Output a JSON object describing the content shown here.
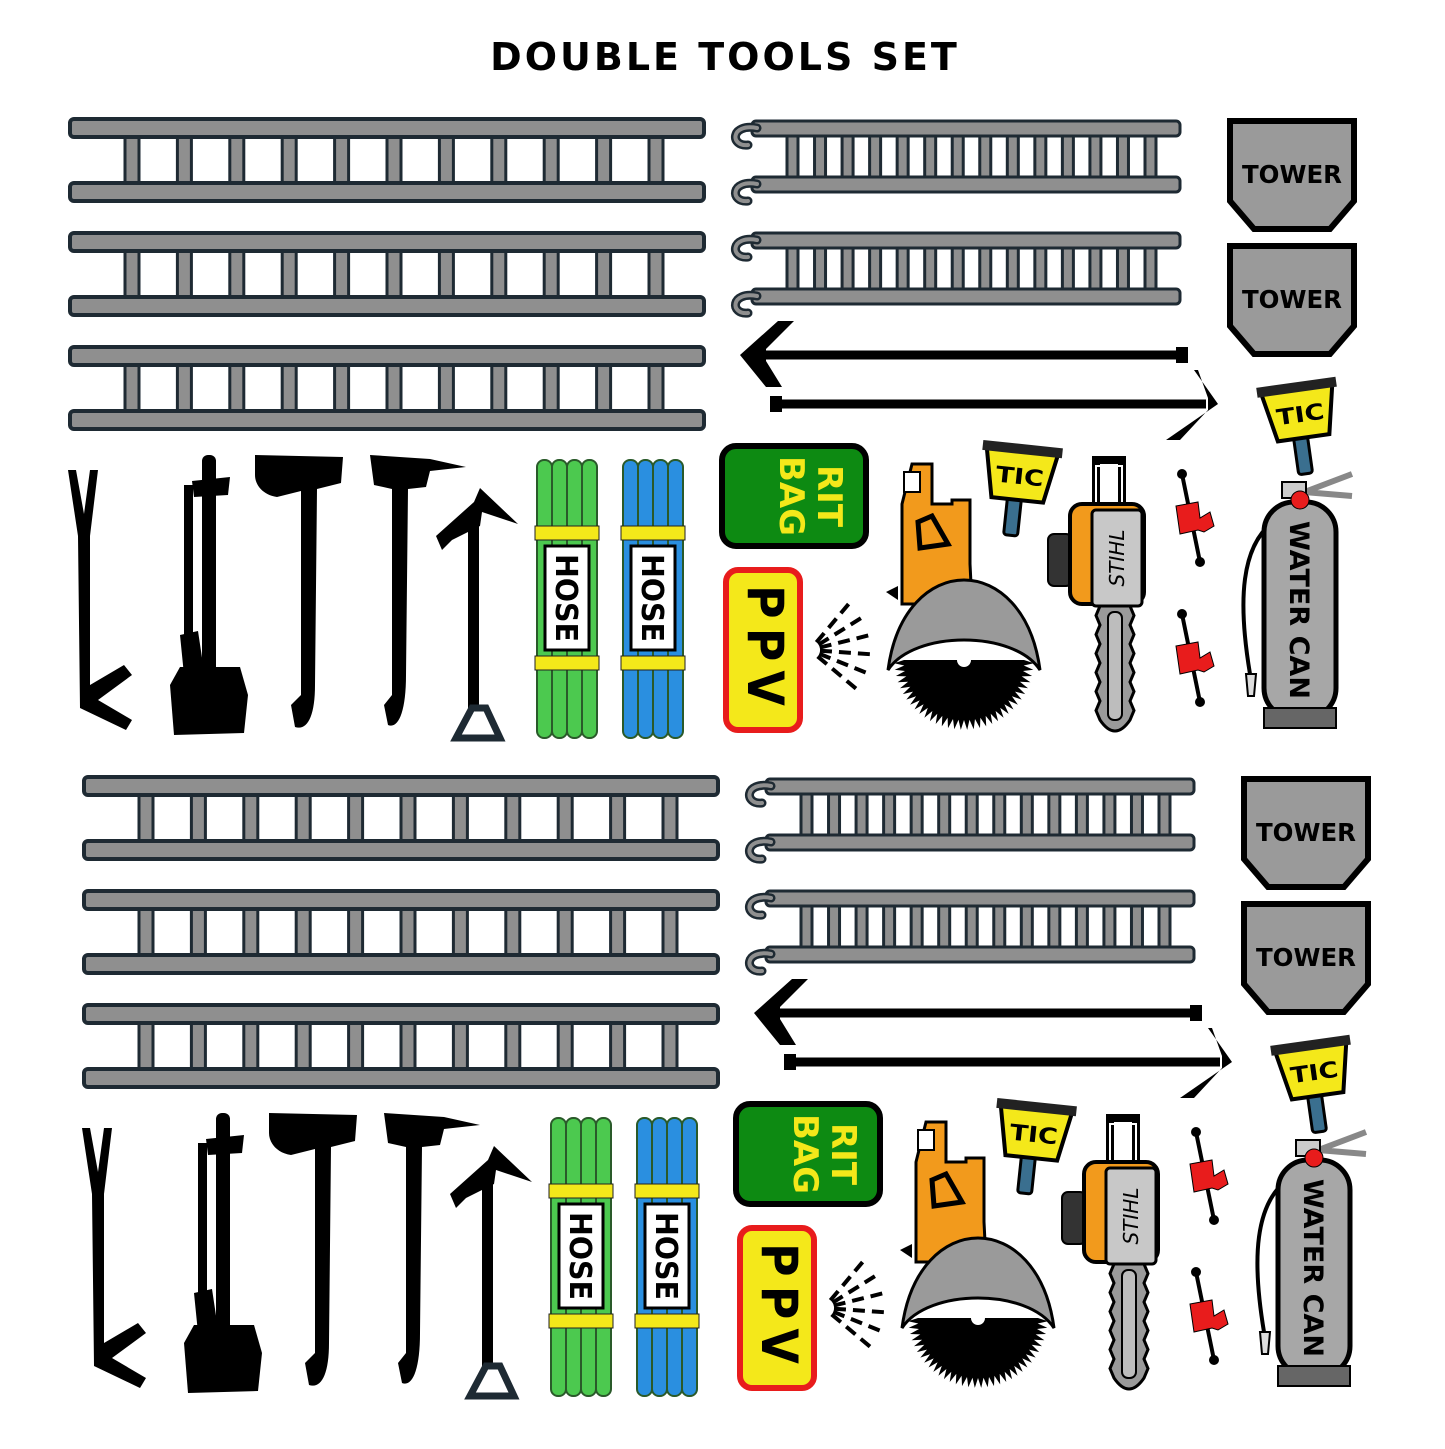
{
  "title": "DOUBLE TOOLS SET",
  "labels": {
    "tower": "TOWER",
    "tic": "TIC",
    "rit_bag": "RIT\nBAG",
    "ppv": "PPV",
    "hose": "HOSE",
    "water_can": "WATER CAN",
    "stihl": "STIHL"
  },
  "colors": {
    "ladder_fill": "#8f8f8f",
    "outline": "#1e2a33",
    "hose_green": "#4cc94f",
    "hose_blue": "#2a8fe0",
    "band_yellow": "#f4e81a",
    "rit_green": "#0d8a12",
    "ppv_red": "#e81c1c",
    "saw_orange": "#f29a1c",
    "tower_gray": "#9a9a9a",
    "extinguisher_gray": "#a7a7a7",
    "tic_blue": "#3a6f8f"
  },
  "icons": [
    "straight-ladder-icon",
    "hook-ladder-icon",
    "pike-pole-icon",
    "halligan-icon",
    "axe-icon",
    "irons-icon",
    "hose-bundle-icon",
    "rit-bag-icon",
    "ppv-fan-icon",
    "rotary-saw-icon",
    "chainsaw-icon",
    "thermal-camera-icon",
    "tower-sign-icon",
    "water-can-icon"
  ],
  "sets": [
    {
      "name": "set-1"
    },
    {
      "name": "set-2"
    }
  ]
}
